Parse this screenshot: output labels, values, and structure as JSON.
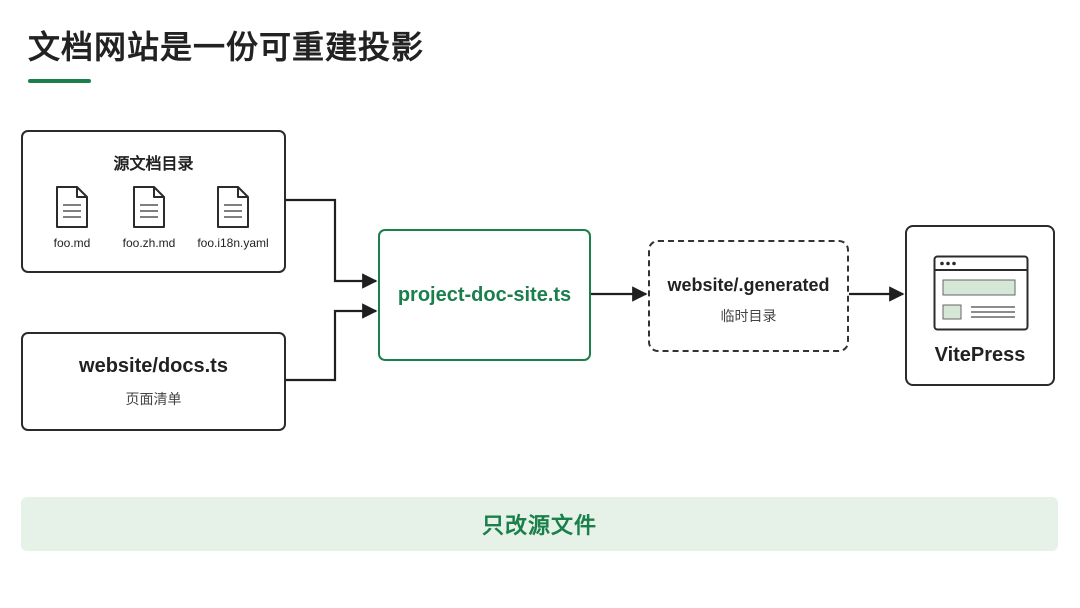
{
  "title": "文档网站是一份可重建投影",
  "source": {
    "heading": "源文档目录",
    "files": [
      {
        "name": "foo.md"
      },
      {
        "name": "foo.zh.md"
      },
      {
        "name": "foo.i18n.yaml"
      }
    ]
  },
  "manifest": {
    "name": "website/docs.ts",
    "caption": "页面清单"
  },
  "script": {
    "name": "project-doc-site.ts"
  },
  "generated": {
    "name": "website/.generated",
    "caption": "临时目录"
  },
  "output": {
    "name": "VitePress",
    "icon": "browser-window-icon"
  },
  "banner": {
    "text": "只改源文件"
  },
  "colors": {
    "accent": "#1a7f4b",
    "banner_bg": "#e6f1e7",
    "window_fill": "#d5e8d8"
  }
}
